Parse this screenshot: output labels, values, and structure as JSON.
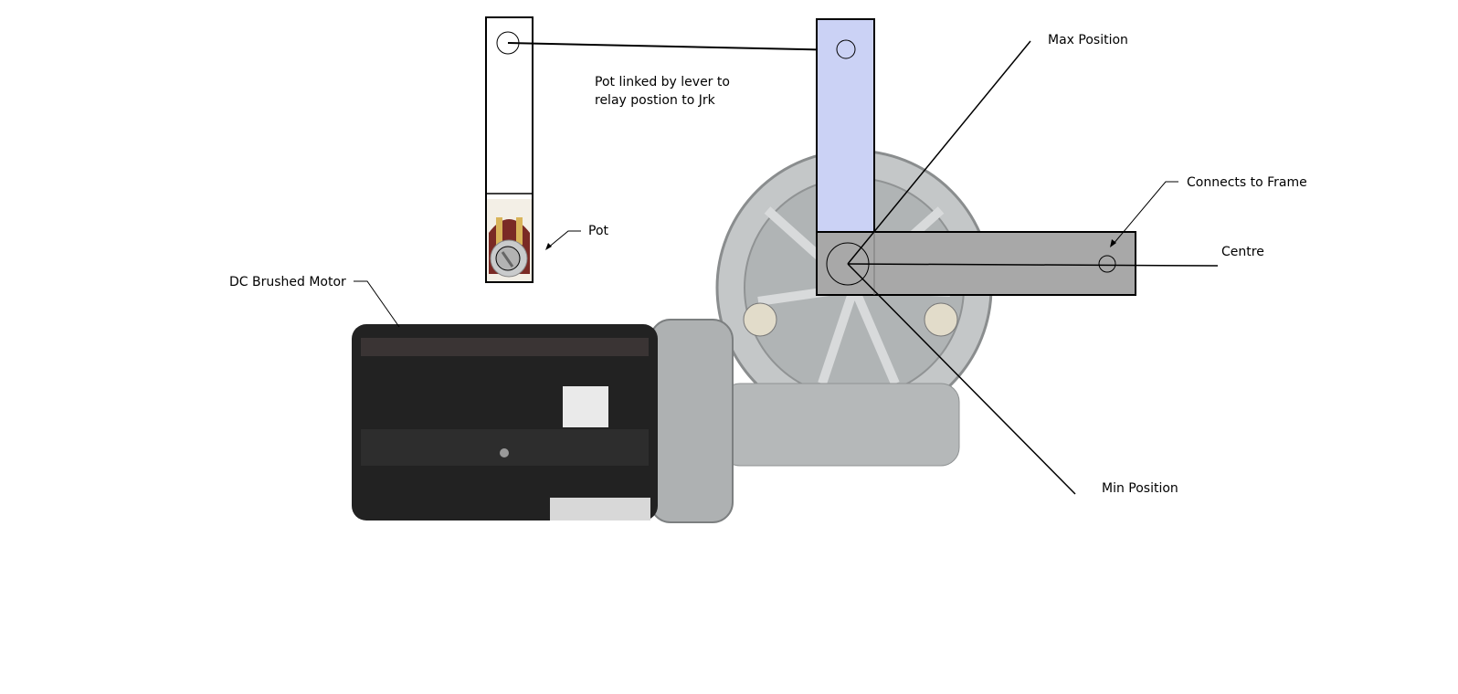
{
  "labels": {
    "max_position": "Max Position",
    "pot_linked_line1": "Pot linked by lever to",
    "pot_linked_line2": "relay postion to Jrk",
    "connects_to_frame": "Connects to Frame",
    "centre": "Centre",
    "pot": "Pot",
    "dc_brushed_motor": "DC Brushed Motor",
    "min_position": "Min Position"
  },
  "colors": {
    "lever_vertical": "#cbd2f5",
    "lever_horizontal": "#a8a8a8",
    "motor_body": "#1e1e1e",
    "gearbox": "#b9bcbd"
  }
}
